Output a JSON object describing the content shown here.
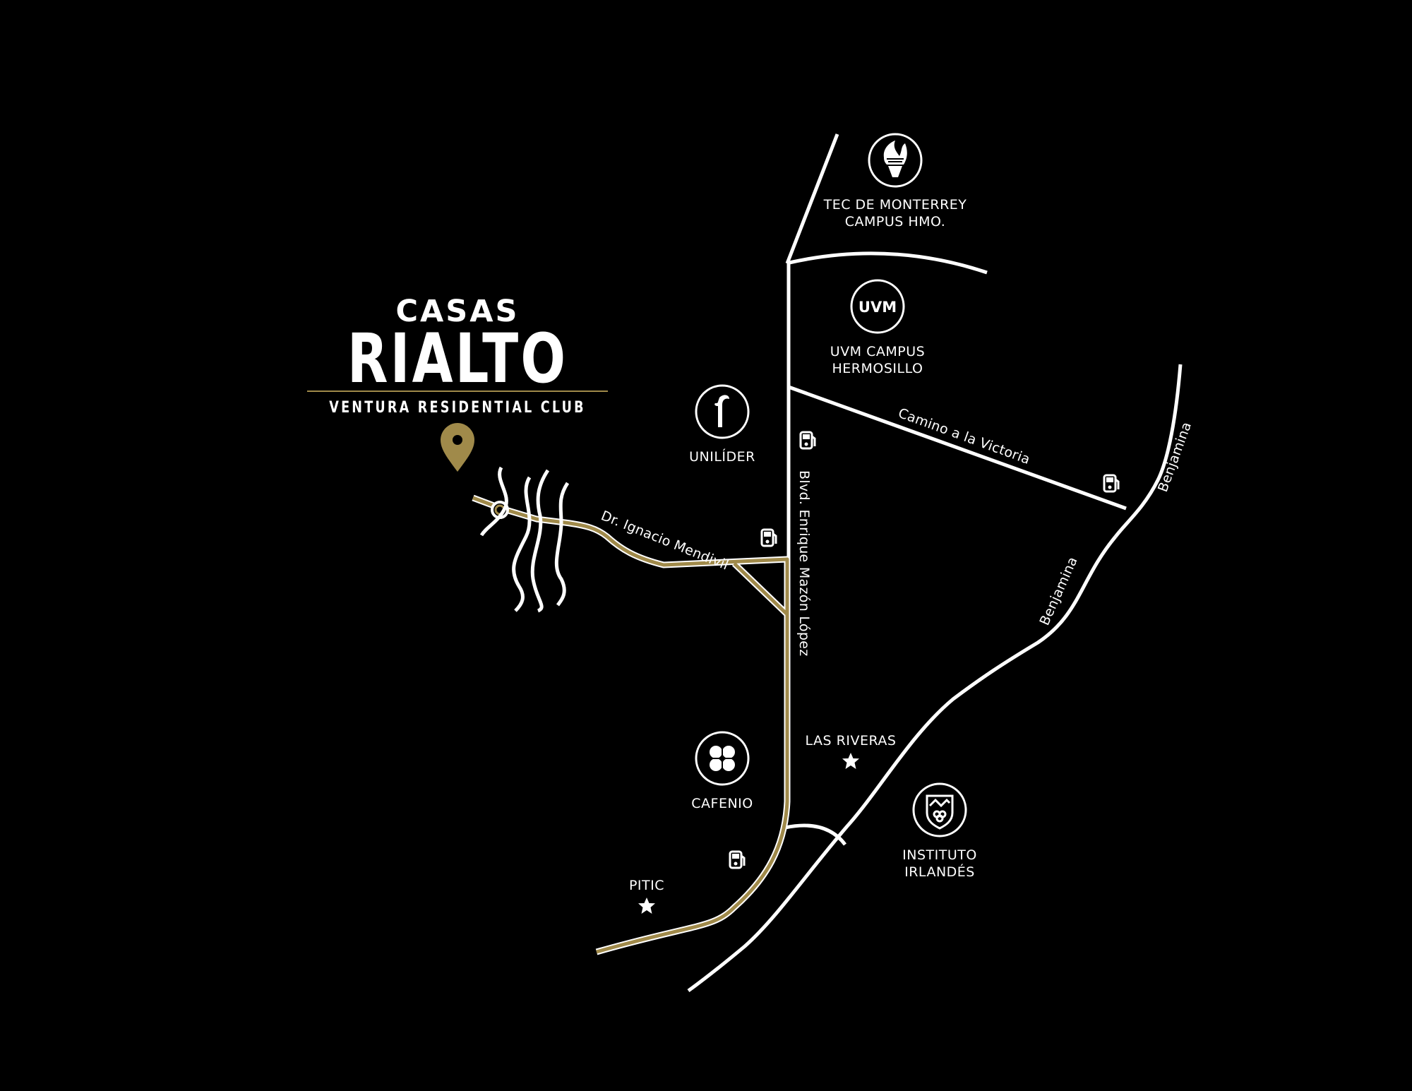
{
  "brand": {
    "line1": "CASAS",
    "line2": "RIALTO",
    "line3": "VENTURA RESIDENTIAL CLUB"
  },
  "colors": {
    "background": "#000000",
    "road": "#ffffff",
    "accent_gold": "#a08a4a"
  },
  "streets": {
    "camino_victoria": "Camino a la Victoria",
    "benjamina_upper": "Benjamina",
    "benjamina_lower": "Benjamina",
    "mendivil": "Dr. Ignacio Mendivil",
    "mazon_lopez": "Blvd. Enrique Mazón López"
  },
  "landmarks": {
    "tec_line1": "TEC DE MONTERREY",
    "tec_line2": "CAMPUS HMO.",
    "uvm_logo": "UVM",
    "uvm_line1": "UVM CAMPUS",
    "uvm_line2": "HERMOSILLO",
    "unilider": "UNILÍDER",
    "cafenio": "CAFENIO",
    "las_riveras": "LAS RIVERAS",
    "pitic": "PITIC",
    "instituto_line1": "INSTITUTO",
    "instituto_line2": "IRLANDÉS"
  },
  "icons": {
    "location": "location-pin-icon",
    "gas": "gas-station-icon",
    "star": "star-icon"
  }
}
